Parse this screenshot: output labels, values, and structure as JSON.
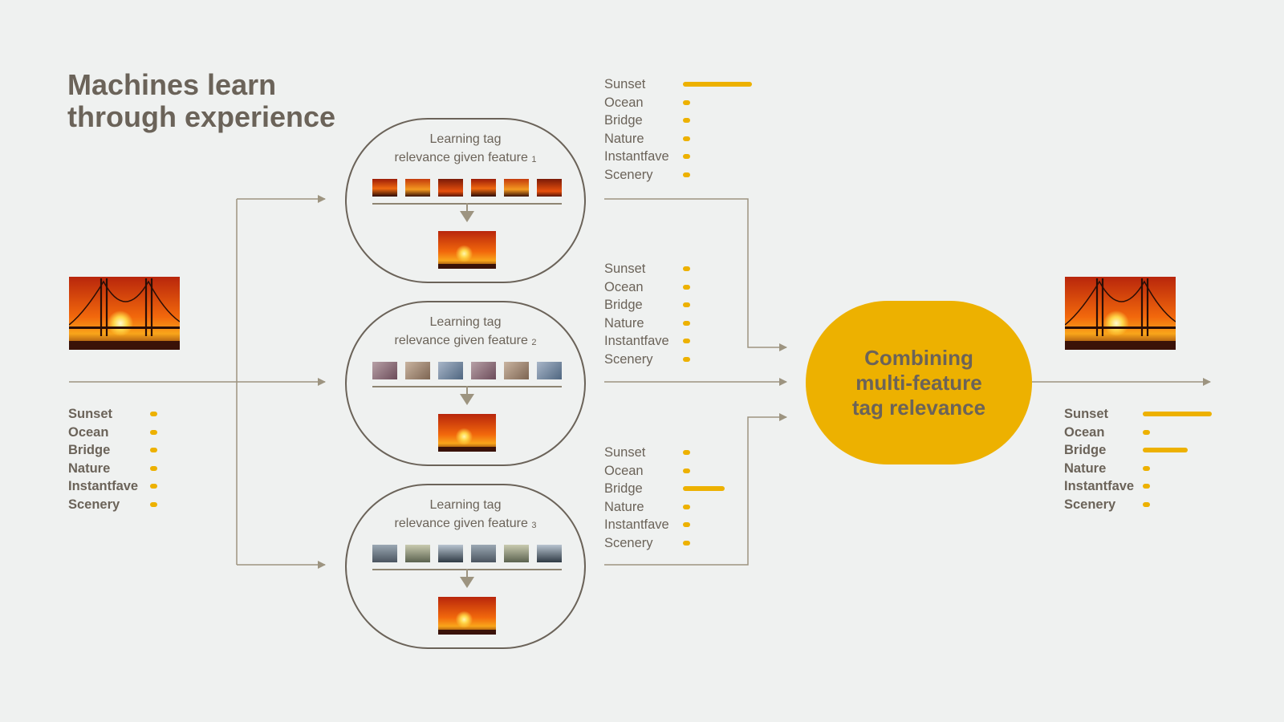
{
  "title": {
    "line1": "Machines learn",
    "line2": "through experience"
  },
  "colors": {
    "accent": "#edb100",
    "ink": "#6b6359",
    "line": "#9d9480",
    "background": "#eff1f0"
  },
  "input": {
    "image": "sunset-bridge-photo",
    "tags": [
      {
        "label": "Sunset",
        "relevance": 0.05
      },
      {
        "label": "Ocean",
        "relevance": 0.05
      },
      {
        "label": "Bridge",
        "relevance": 0.05
      },
      {
        "label": "Nature",
        "relevance": 0.05
      },
      {
        "label": "Instantfave",
        "relevance": 0.05
      },
      {
        "label": "Scenery",
        "relevance": 0.05
      }
    ]
  },
  "features": [
    {
      "title_line1": "Learning tag",
      "title_line2": "relevance given feature",
      "index": "1",
      "thumbnails": [
        "sunset-thumb",
        "sunset-thumb",
        "sunset-thumb",
        "sunset-thumb",
        "sunset-thumb",
        "sunset-thumb"
      ],
      "tags": [
        {
          "label": "Sunset",
          "relevance": 1.0
        },
        {
          "label": "Ocean",
          "relevance": 0.05
        },
        {
          "label": "Bridge",
          "relevance": 0.05
        },
        {
          "label": "Nature",
          "relevance": 0.05
        },
        {
          "label": "Instantfave",
          "relevance": 0.05
        },
        {
          "label": "Scenery",
          "relevance": 0.05
        }
      ]
    },
    {
      "title_line1": "Learning tag",
      "title_line2": "relevance given feature",
      "index": "2",
      "thumbnails": [
        "interior-thumb",
        "interior-thumb",
        "interior-thumb",
        "interior-thumb",
        "interior-thumb",
        "interior-thumb"
      ],
      "tags": [
        {
          "label": "Sunset",
          "relevance": 0.05
        },
        {
          "label": "Ocean",
          "relevance": 0.05
        },
        {
          "label": "Bridge",
          "relevance": 0.05
        },
        {
          "label": "Nature",
          "relevance": 0.05
        },
        {
          "label": "Instantfave",
          "relevance": 0.05
        },
        {
          "label": "Scenery",
          "relevance": 0.05
        }
      ]
    },
    {
      "title_line1": "Learning tag",
      "title_line2": "relevance given feature",
      "index": "3",
      "thumbnails": [
        "bridge-thumb",
        "bridge-thumb",
        "bridge-thumb",
        "bridge-thumb",
        "bridge-thumb",
        "bridge-thumb"
      ],
      "tags": [
        {
          "label": "Sunset",
          "relevance": 0.05
        },
        {
          "label": "Ocean",
          "relevance": 0.05
        },
        {
          "label": "Bridge",
          "relevance": 0.6
        },
        {
          "label": "Nature",
          "relevance": 0.05
        },
        {
          "label": "Instantfave",
          "relevance": 0.05
        },
        {
          "label": "Scenery",
          "relevance": 0.05
        }
      ]
    }
  ],
  "combine": {
    "line1": "Combining",
    "line2": "multi-feature",
    "line3": "tag relevance"
  },
  "output": {
    "image": "sunset-bridge-photo",
    "tags": [
      {
        "label": "Sunset",
        "relevance": 1.0
      },
      {
        "label": "Ocean",
        "relevance": 0.05
      },
      {
        "label": "Bridge",
        "relevance": 0.65
      },
      {
        "label": "Nature",
        "relevance": 0.05
      },
      {
        "label": "Instantfave",
        "relevance": 0.05
      },
      {
        "label": "Scenery",
        "relevance": 0.05
      }
    ]
  }
}
